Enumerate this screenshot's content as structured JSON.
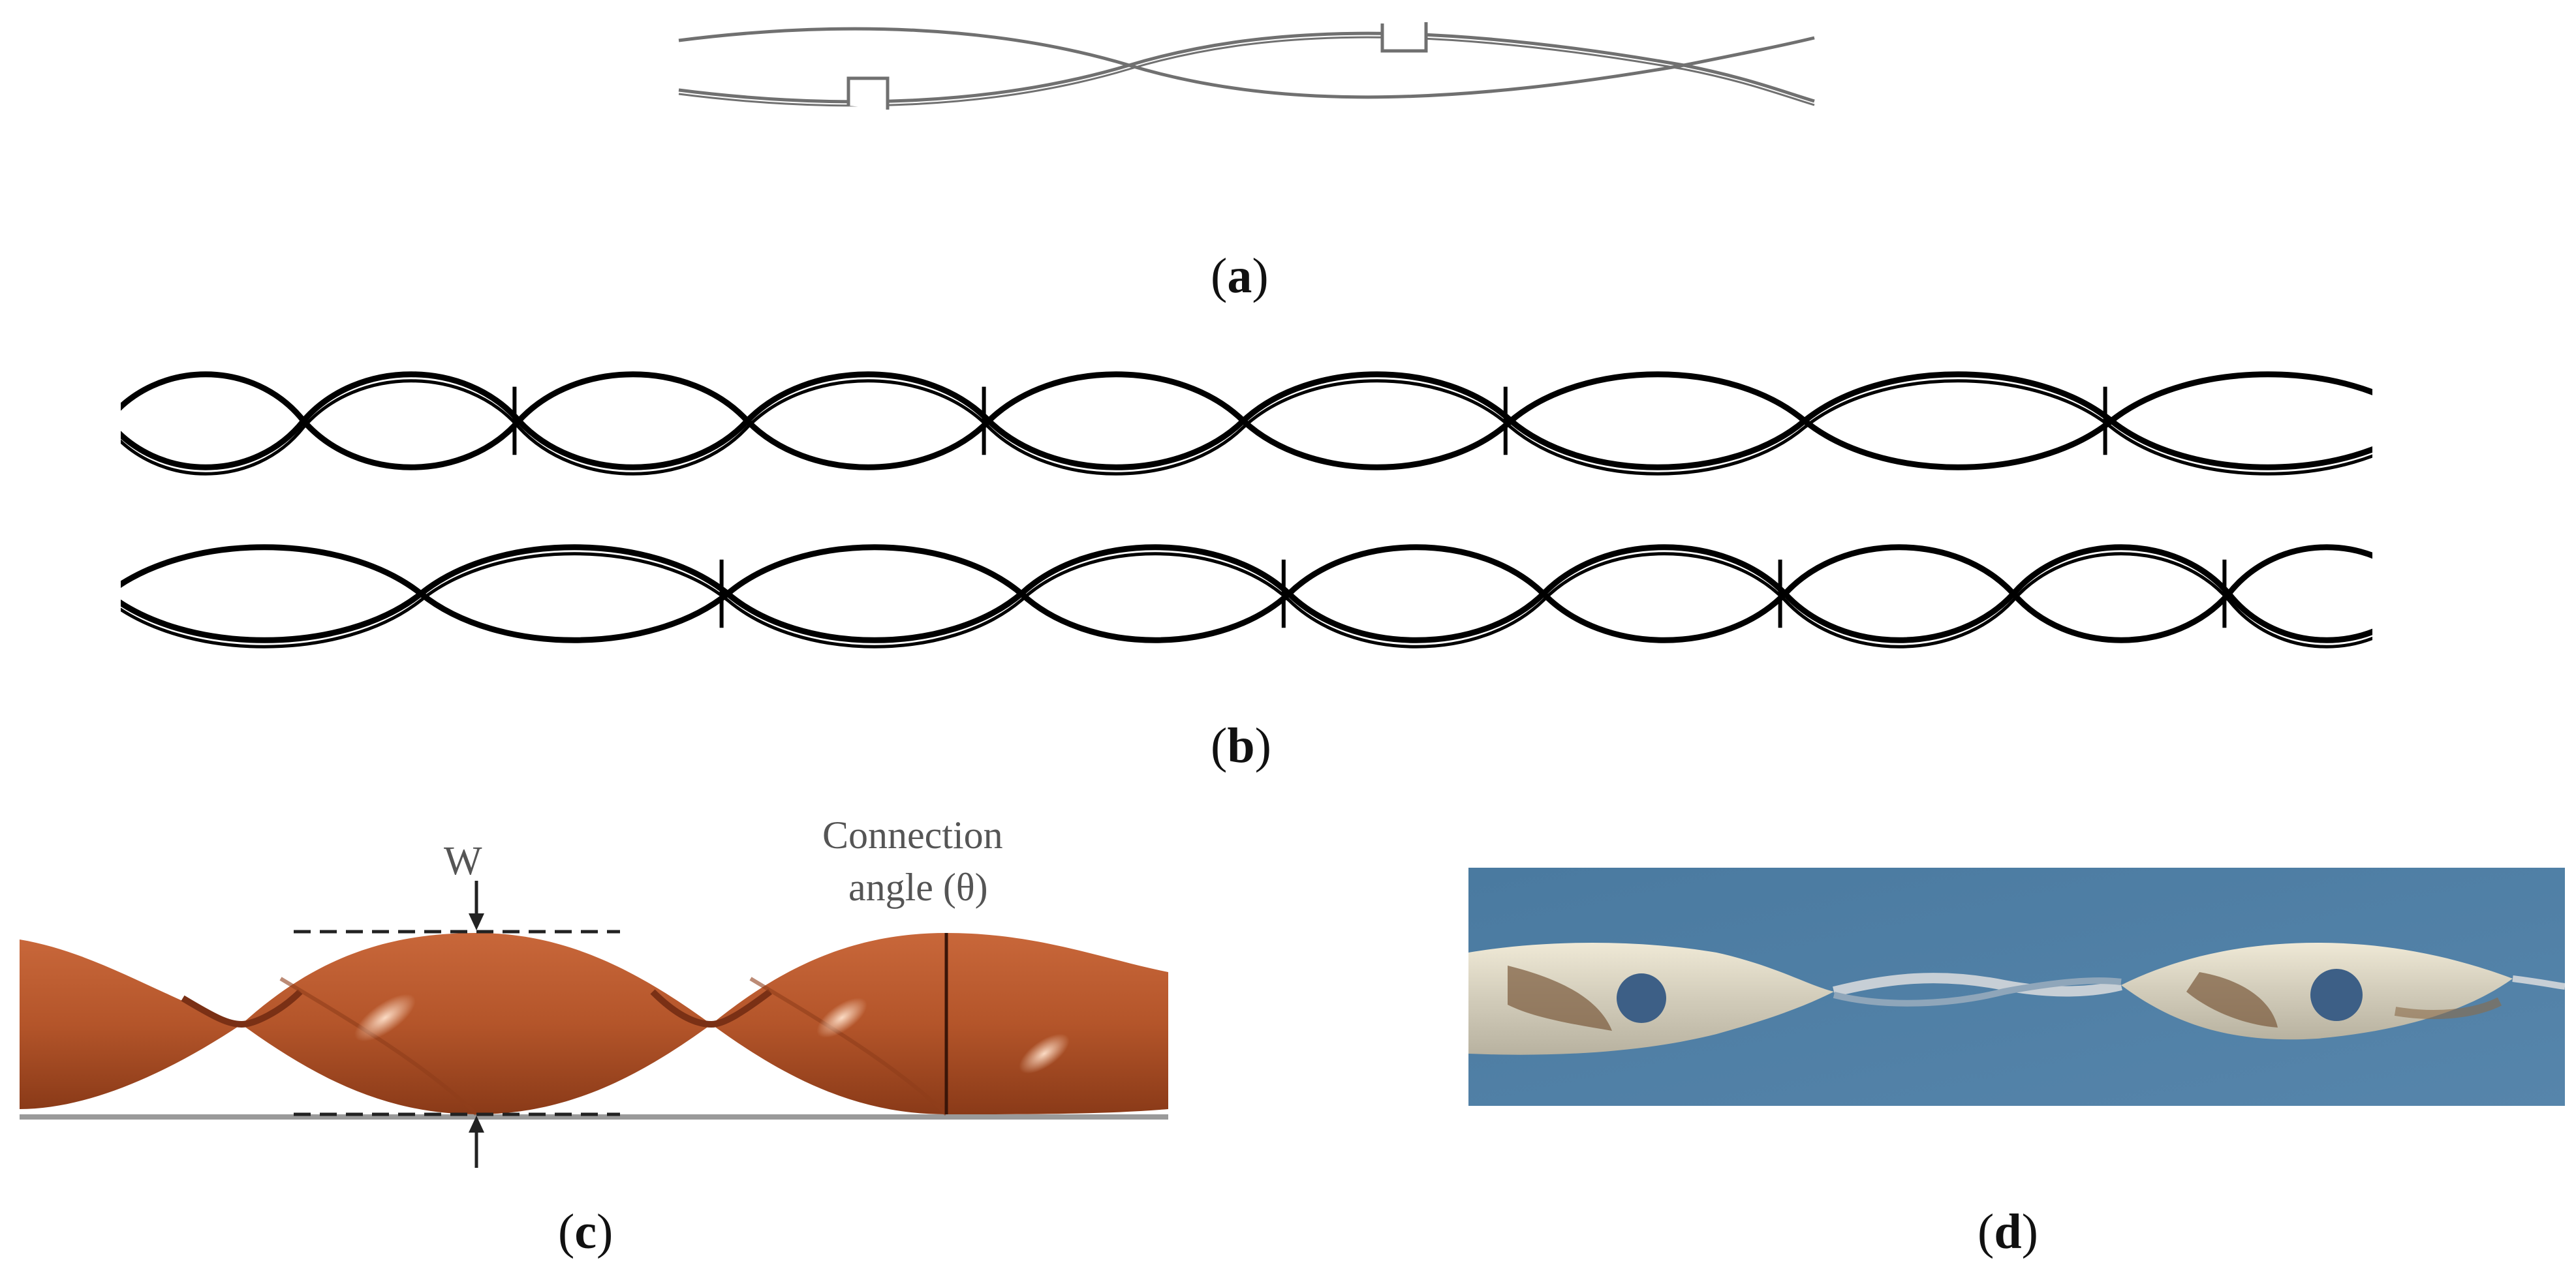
{
  "captions": {
    "a": "a",
    "b": "b",
    "c": "c",
    "d": "d"
  },
  "panel_c": {
    "label_w": "W",
    "label_angle_line1": "Connection",
    "label_angle_line2": "angle (θ)"
  },
  "colors": {
    "line_a": "#707070",
    "line_b": "#000000",
    "copper": "#b4552a",
    "copper_dark": "#7a3015",
    "blue_background": "#4f7fa4",
    "metal": "#d9d4c4"
  }
}
